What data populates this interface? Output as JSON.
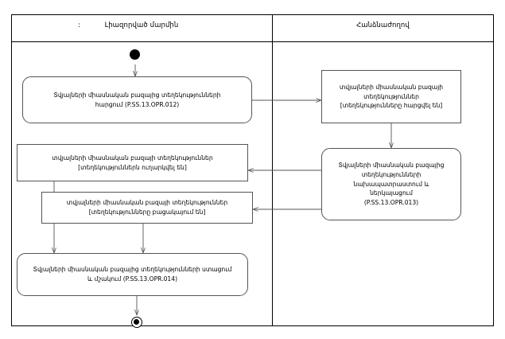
{
  "diagram": {
    "type": "uml-activity-diagram",
    "lanes": [
      {
        "id": "left",
        "title": "Լիազորված մարմին",
        "prefix_colon": ":"
      },
      {
        "id": "right",
        "title": "Հանձնաժողով"
      }
    ],
    "nodes": {
      "start": {
        "kind": "initial-node",
        "lane": "left"
      },
      "action_request": {
        "kind": "action",
        "lane": "left",
        "line1": "Տվյալների միասնական բազայից տեղեկությունների",
        "line2": "հարցում (P.SS.13.OPR.012)"
      },
      "object_requested": {
        "kind": "object",
        "lane": "right",
        "line1": "տվյալների միասնական բազայի",
        "line2": "տեղեկություններ",
        "line3": "[տեղեկությունները հարցվել են]"
      },
      "action_prepare": {
        "kind": "action",
        "lane": "right",
        "line1": "Տվյալների միասնական բազայից",
        "line2": "տեղեկությունների",
        "line3": "նախապատրաստում և",
        "line4": "ներկայացում",
        "line5": "(P.SS.13.OPR.013)"
      },
      "object_sent": {
        "kind": "object",
        "lane": "left",
        "line1": "տվյալների միասնական բազայի տեղեկություններ",
        "line2": "[տեղեկություններն ուղարկվել են]"
      },
      "object_absent": {
        "kind": "object",
        "lane": "left",
        "line1": "տվյալների միասնական բազայի տեղեկություններ",
        "line2": "[տեղեկությունները բացակայում են]"
      },
      "action_receive": {
        "kind": "action",
        "lane": "left",
        "line1": "Տվյալների միասնական բազայից տեղեկությունների ստացում",
        "line2": "և մշակում (P.SS.13.OPR.014)"
      },
      "end": {
        "kind": "final-node",
        "lane": "left"
      }
    },
    "edges": [
      {
        "from": "start",
        "to": "action_request"
      },
      {
        "from": "action_request",
        "to": "object_requested"
      },
      {
        "from": "object_requested",
        "to": "action_prepare"
      },
      {
        "from": "action_prepare",
        "to": "object_sent"
      },
      {
        "from": "action_prepare",
        "to": "object_absent"
      },
      {
        "from": "object_sent",
        "to": "action_receive"
      },
      {
        "from": "object_absent",
        "to": "action_receive"
      },
      {
        "from": "action_receive",
        "to": "end"
      }
    ],
    "colors": {
      "line": "#000000",
      "node_border": "#555555",
      "edge": "#555555",
      "background": "#ffffff"
    }
  }
}
